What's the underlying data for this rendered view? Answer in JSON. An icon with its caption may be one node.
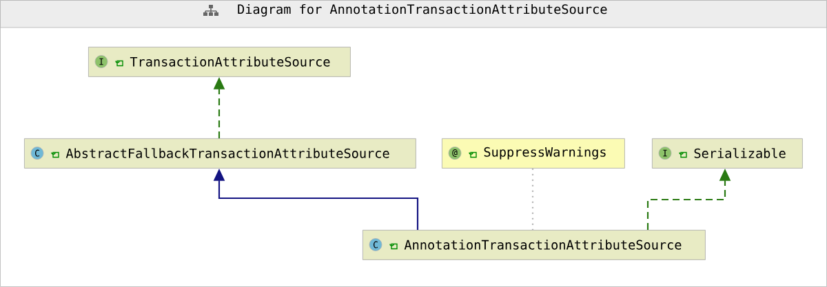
{
  "diagram": {
    "title": "Diagram for AnnotationTransactionAttributeSource",
    "nodes": [
      {
        "text": [
          "I",
          "TransactionAttributeSource"
        ]
      },
      {
        "text": [
          "C",
          "AbstractFallbackTransactionAttributeSource"
        ]
      },
      {
        "text": [
          "@",
          "SuppressWarnings"
        ]
      },
      {
        "text": [
          "I",
          "Serializable"
        ]
      },
      {
        "text": [
          "C",
          "AnnotationTransactionAttributeSource"
        ]
      }
    ],
    "edges": [
      {
        "from": 1,
        "to": 0,
        "arrow": "to",
        "style": "dashed",
        "color": "#2a7a13"
      },
      {
        "from": 4,
        "to": 1,
        "arrow": "to",
        "color": "#141482"
      },
      {
        "from": 4,
        "to": 3,
        "arrow": "to",
        "style": "dashed",
        "color": "#2a7a13"
      },
      {
        "from": 2,
        "to": 4,
        "arrow": "none",
        "style": "dashed",
        "color": "#b0b0b0"
      }
    ]
  }
}
